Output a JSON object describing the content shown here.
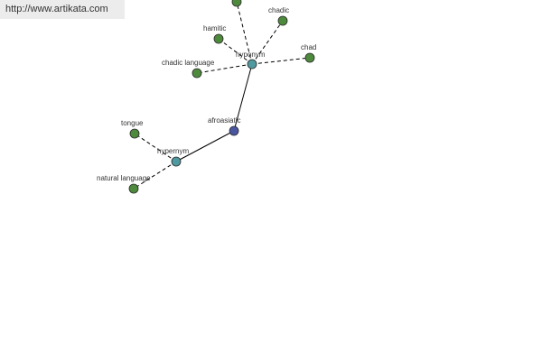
{
  "banner": {
    "url": "http://www.artikata.com"
  },
  "colors": {
    "leaf": "#4e8a3c",
    "relation": "#4f9aa0",
    "center": "#4a56a0",
    "edge": "#000000"
  },
  "graph": {
    "nodes": [
      {
        "id": "afroasiatic",
        "label": "afroasiatic",
        "kind": "center"
      },
      {
        "id": "hyp1",
        "label": "hyponym",
        "kind": "relation"
      },
      {
        "id": "hyp2",
        "label": "hypernym",
        "kind": "relation"
      },
      {
        "id": "top",
        "label": "",
        "kind": "leaf"
      },
      {
        "id": "chadic",
        "label": "chadic",
        "kind": "leaf"
      },
      {
        "id": "hamitic",
        "label": "hamitic",
        "kind": "leaf"
      },
      {
        "id": "chad",
        "label": "chad",
        "kind": "leaf"
      },
      {
        "id": "chadic_language",
        "label": "chadic language",
        "kind": "leaf"
      },
      {
        "id": "tongue",
        "label": "tongue",
        "kind": "leaf"
      },
      {
        "id": "natural_language",
        "label": "natural language",
        "kind": "leaf"
      }
    ],
    "edges": [
      {
        "from": "afroasiatic",
        "to": "hyp1",
        "style": "solid"
      },
      {
        "from": "afroasiatic",
        "to": "hyp2",
        "style": "solid"
      },
      {
        "from": "hyp1",
        "to": "top",
        "style": "dashed"
      },
      {
        "from": "hyp1",
        "to": "chadic",
        "style": "dashed"
      },
      {
        "from": "hyp1",
        "to": "hamitic",
        "style": "dashed"
      },
      {
        "from": "hyp1",
        "to": "chad",
        "style": "dashed"
      },
      {
        "from": "hyp1",
        "to": "chadic_language",
        "style": "dashed"
      },
      {
        "from": "hyp2",
        "to": "tongue",
        "style": "dashed"
      },
      {
        "from": "hyp2",
        "to": "natural_language",
        "style": "dashed"
      }
    ]
  }
}
